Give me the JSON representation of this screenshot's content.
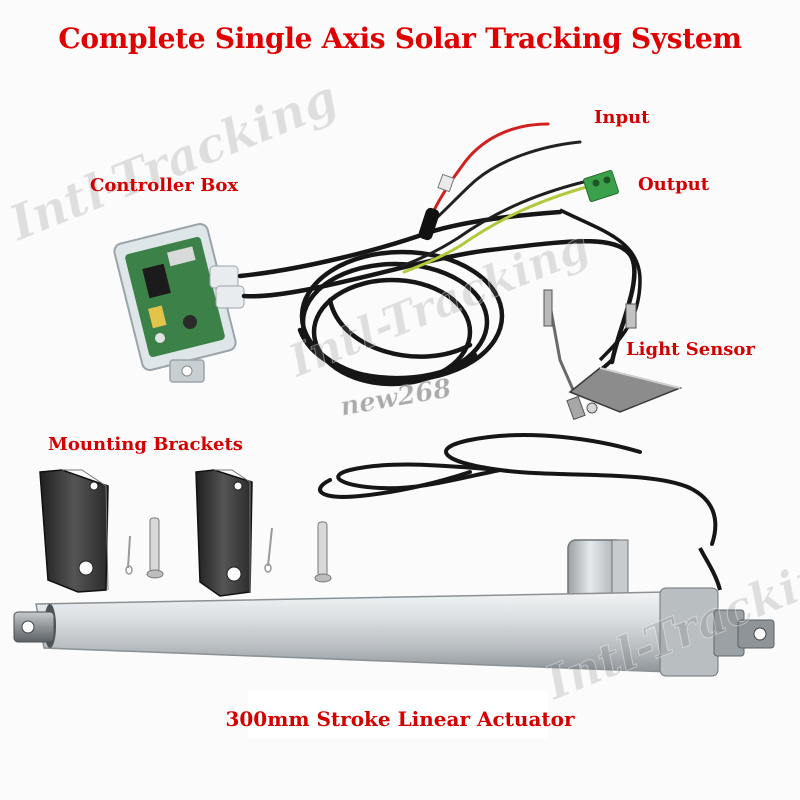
{
  "title": "Complete Single Axis Solar Tracking System",
  "labels": {
    "input": "Input",
    "output": "Output",
    "controller_box": "Controller Box",
    "light_sensor": "Light Sensor",
    "mounting_brackets": "Mounting Brackets",
    "actuator": "300mm Stroke Linear Actuator"
  },
  "watermarks": {
    "brand": "Intl-Tracking",
    "brand_short": "Intl-Tracking",
    "brand_right": "Intl-Tracking",
    "seller": "new268"
  },
  "colors": {
    "label_red": "#d40000",
    "title_red": "#e00000",
    "wire_black": "#161616",
    "wire_red": "#d02020",
    "wire_yellow_green": "#b4c83c",
    "connector_green": "#3aa04a",
    "actuator_silver": "#d3d7da",
    "bracket_dark": "#3a3a3a",
    "controller_green": "#2e7a3a"
  }
}
